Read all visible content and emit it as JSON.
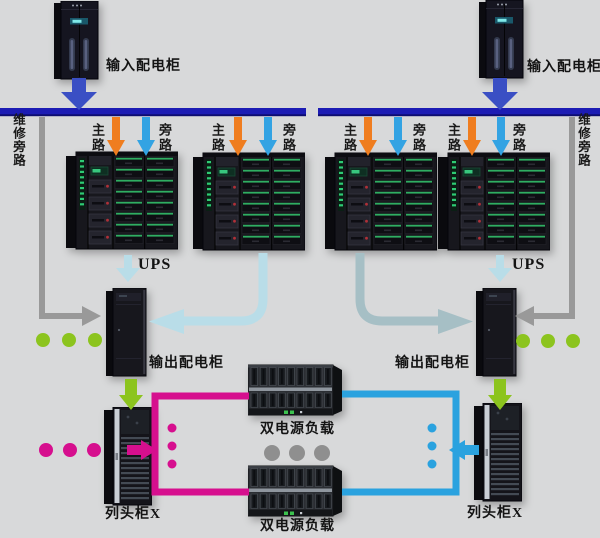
{
  "diagram": {
    "type": "2N UPS power distribution architecture",
    "labels": {
      "input_cabinet": "输入配电柜",
      "maintenance_bypass": "维修旁路",
      "main_path": "主路",
      "bypass_path": "旁路",
      "ups": "UPS",
      "output_cabinet": "输出配电柜",
      "row_cabinet": "列头柜X",
      "dual_power_load": "双电源负载"
    },
    "colors": {
      "bus": "#1c1cb4",
      "bus_shadow": "#0d0d70",
      "feed_arrow": "#3a4fc4",
      "main_path": "#ef7d1f",
      "bypass_path": "#33a3e3",
      "ups_output": "#b9dde8",
      "ups_output_teal": "#a6bfc5",
      "maintenance": "#999999",
      "green": "#8cc41e",
      "magenta": "#d60f8e",
      "blue": "#2aa2df",
      "gray_dot": "#8f8f8f"
    },
    "structure": {
      "sides": [
        "A (left)",
        "B (right)"
      ],
      "flow": [
        "输入配电柜 → 母线 (bus)",
        "bus → 主路/旁路 → UPS ×2 per side",
        "UPS → 输出配电柜 (维修旁路 bypasses UPS)",
        "输出配电柜 → 列头柜X",
        "列头柜X(A, magenta) + 列头柜X(B, blue) → 双电源负载 ×2"
      ]
    }
  }
}
